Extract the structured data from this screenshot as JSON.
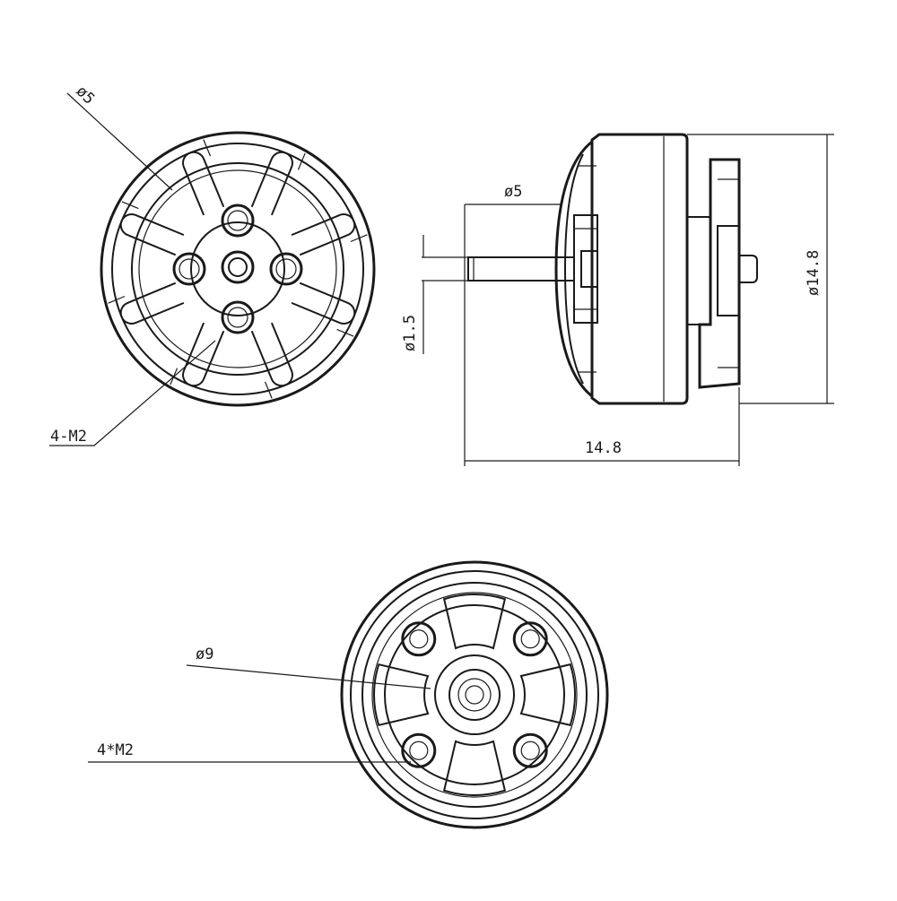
{
  "drawing": {
    "stroke_color": "#1a1a1a",
    "background": "#ffffff",
    "labels": {
      "front_shaft_dia": "ø5",
      "front_mount_holes": "4-M2",
      "side_shaft_dia": "ø5",
      "side_shaft_small_dia": "ø1.5",
      "side_overall_dia": "ø14.8",
      "side_length": "14.8",
      "base_center_dia": "ø9",
      "base_mount_holes": "4*M2"
    }
  }
}
